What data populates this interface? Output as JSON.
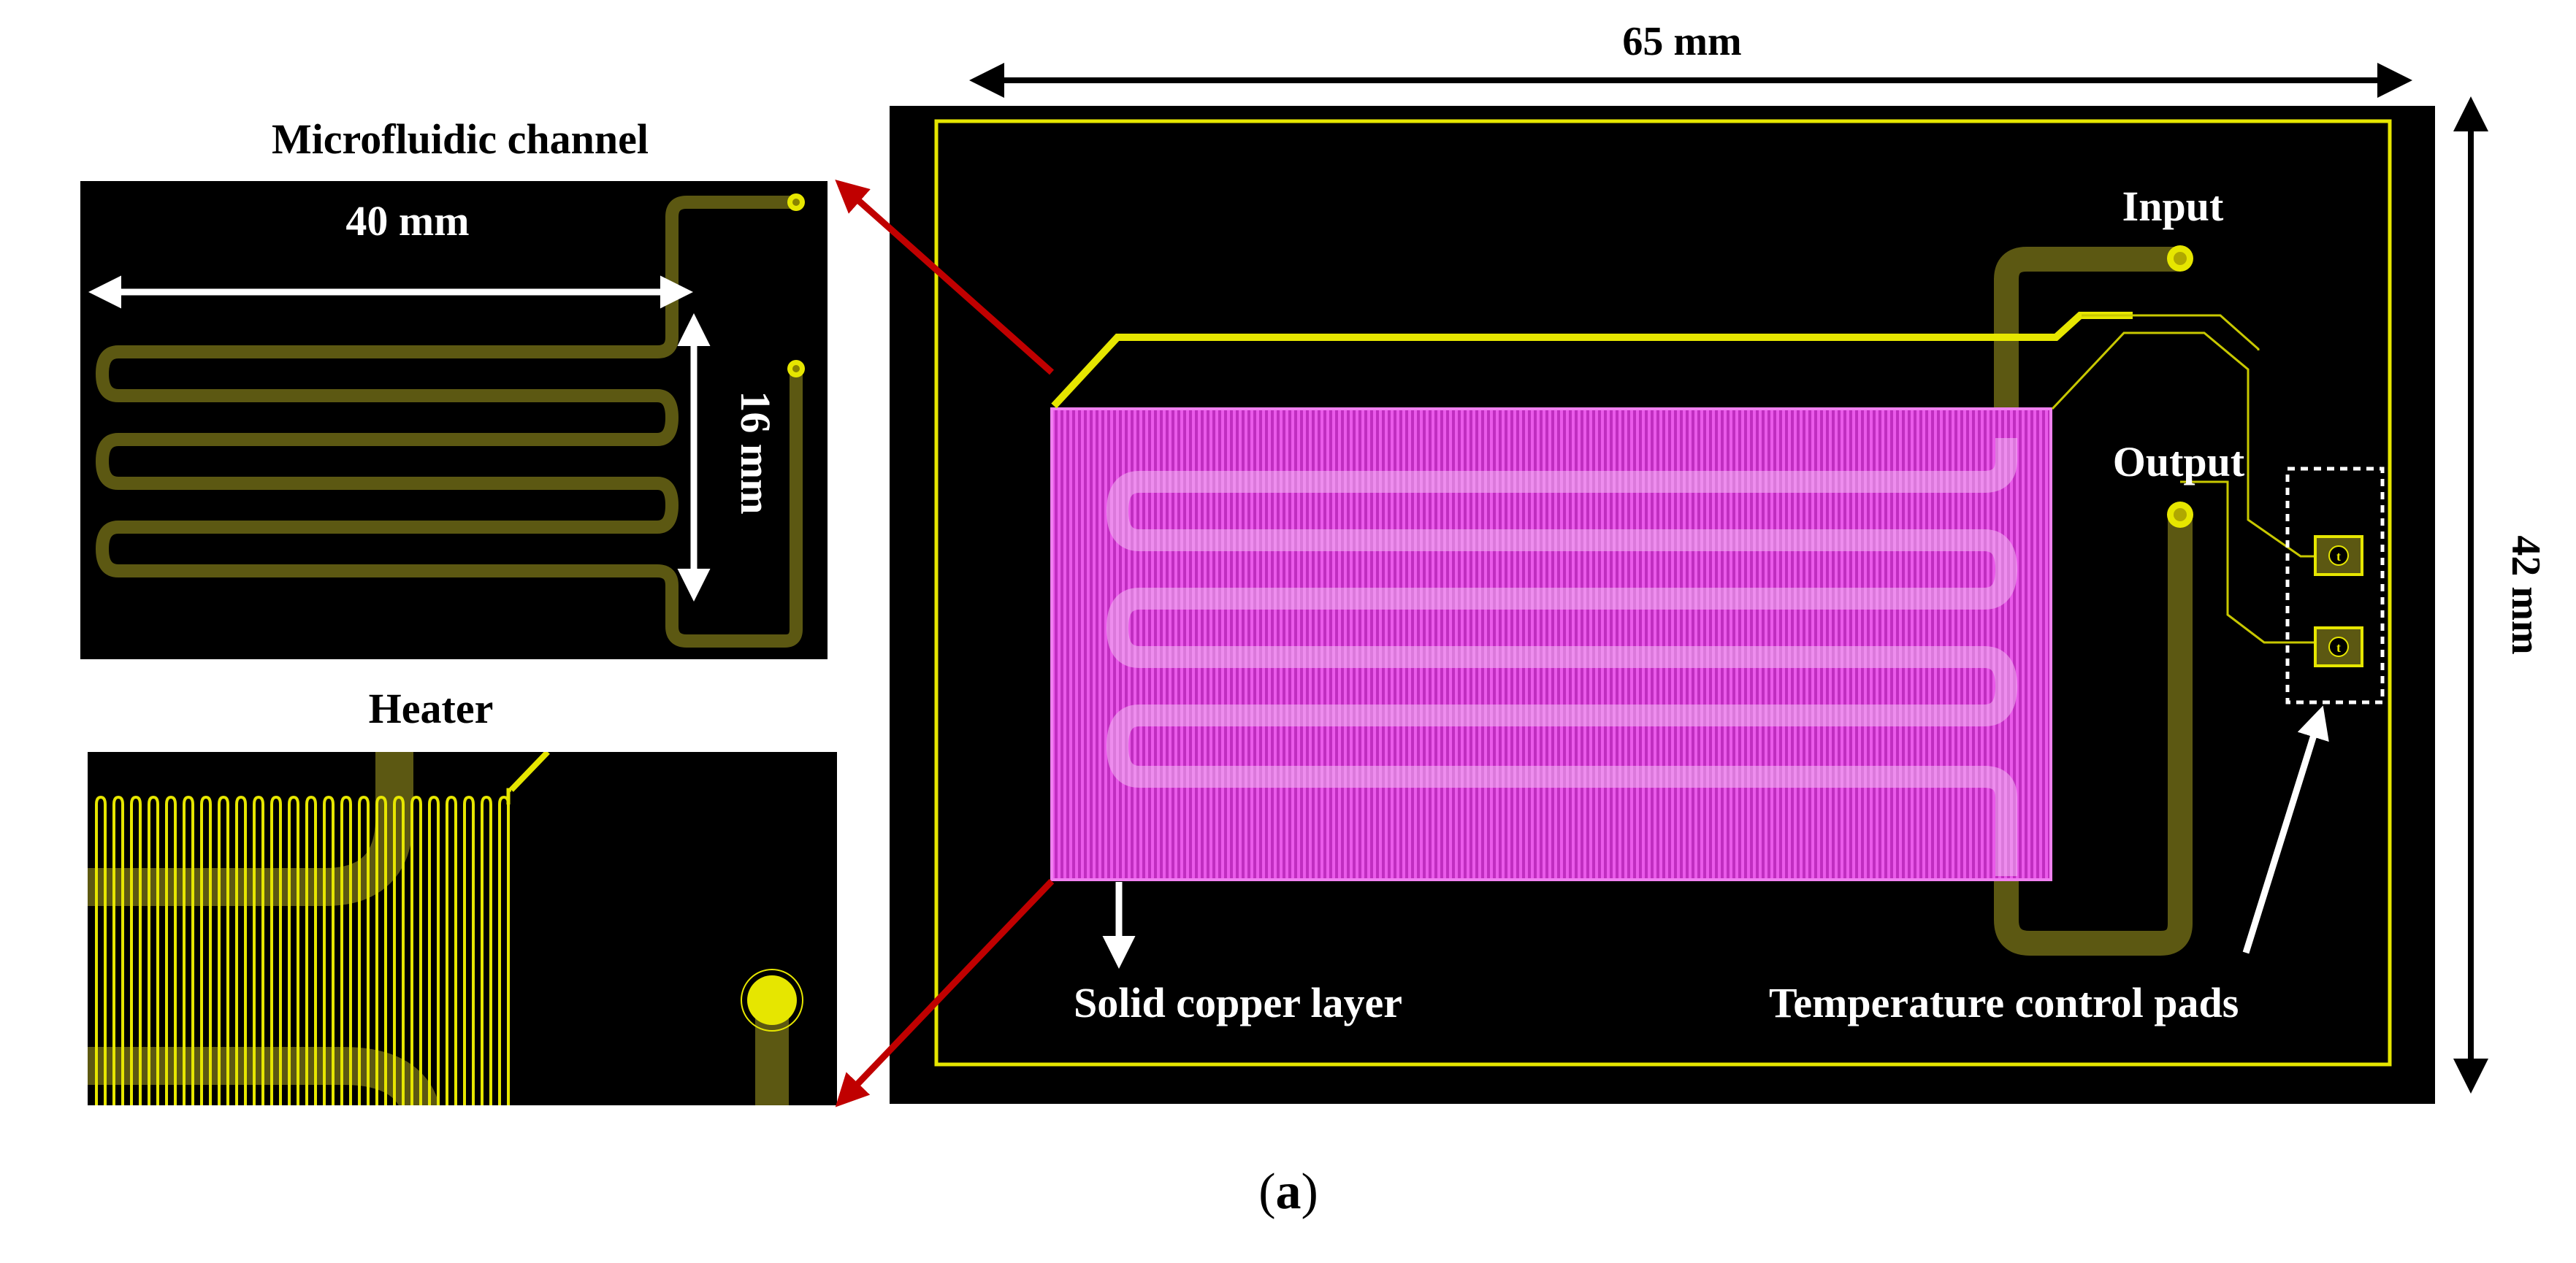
{
  "labels": {
    "width_dimension": "65 mm",
    "height_dimension": "42 mm",
    "channel_inset_title": "Microfluidic channel",
    "channel_width": "40 mm",
    "channel_height": "16 mm",
    "heater_inset_title": "Heater",
    "input": "Input",
    "output": "Output",
    "copper_layer": "Solid copper layer",
    "temp_pads": "Temperature control pads",
    "pad_glyph": "t",
    "caption_open": "(",
    "caption_letter": "a",
    "caption_close": ")"
  },
  "colors": {
    "board": "#000000",
    "trace": "#e6e600",
    "channel": "#5c5812",
    "heater_pink": "#d63cd6",
    "red_arrow": "#c00000",
    "dimension_arrow": "#000000",
    "white_arrow": "#ffffff"
  }
}
